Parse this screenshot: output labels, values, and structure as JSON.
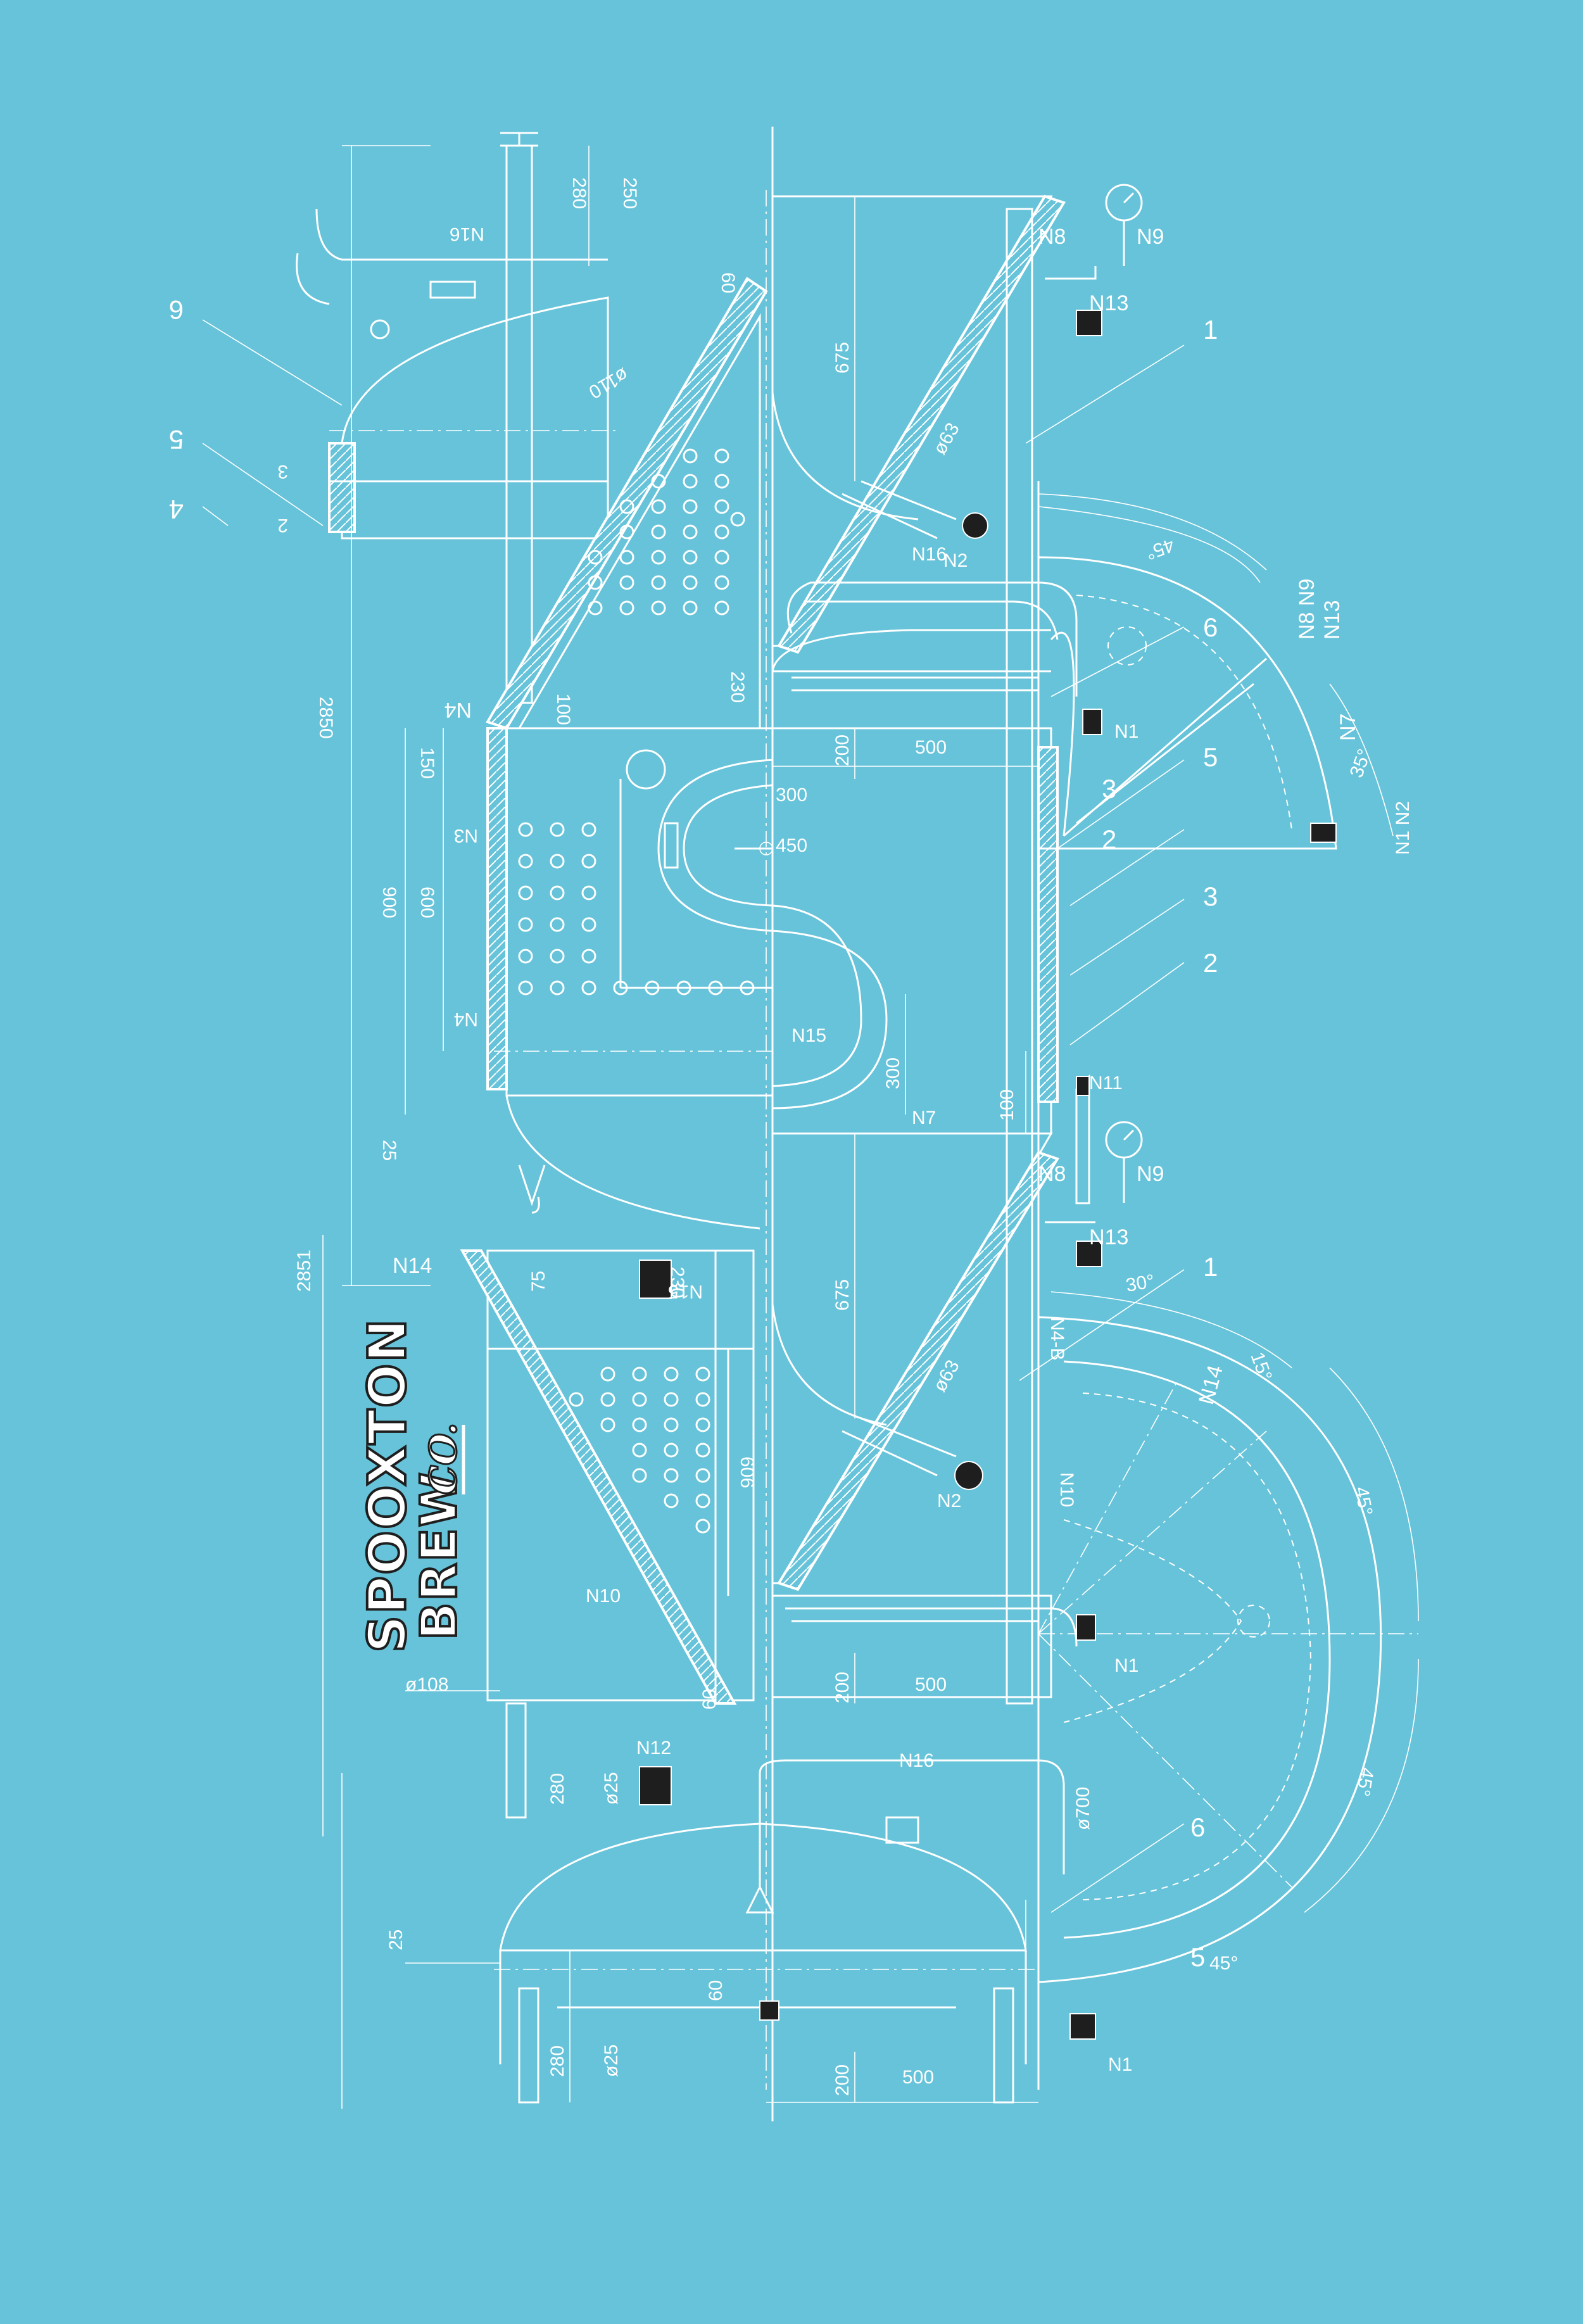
{
  "logo": {
    "line1": "SPOOXTON",
    "line2": "BREW",
    "line3": "CO."
  },
  "callouts": {
    "n1": "N1",
    "n2": "N2",
    "n7": "N7",
    "n8": "N8",
    "n9": "N9",
    "n10": "N10",
    "n11": "N11",
    "n12": "N12",
    "n13": "N13",
    "n14": "N14",
    "n15": "N15",
    "n16": "N16",
    "n1n2": "N1 N2",
    "n8n9": "N8 N9",
    "n4": "N4",
    "n3": "N3",
    "n4b": "N4-B"
  },
  "part_numbers": {
    "p1": "1",
    "p2": "2",
    "p3": "3",
    "p4": "4",
    "p5": "5",
    "p6": "6"
  },
  "dimensions": {
    "d280": "280",
    "d250": "250",
    "d675": "675",
    "d200": "200",
    "d500": "500",
    "d300": "300",
    "d450": "450",
    "d100": "100",
    "d2850": "2850",
    "d2851": "2851",
    "d900": "900",
    "d600": "600",
    "d150": "150",
    "d25": "25",
    "d230": "230",
    "d60": "60",
    "d75": "75",
    "d606": "606",
    "d108": "ø108",
    "d25b": "ø25",
    "d63": "ø63",
    "d63b": "ø63",
    "d700": "ø700",
    "d110": "ø110",
    "a45": "45°",
    "a35": "35°",
    "a30": "30°",
    "a15": "15°",
    "a45b": "45°",
    "a45c": "45°",
    "a45d": "45°"
  },
  "colors": {
    "background": "#66c3d9",
    "lines": "#ffffff",
    "fittings": "#1e1e1e"
  }
}
